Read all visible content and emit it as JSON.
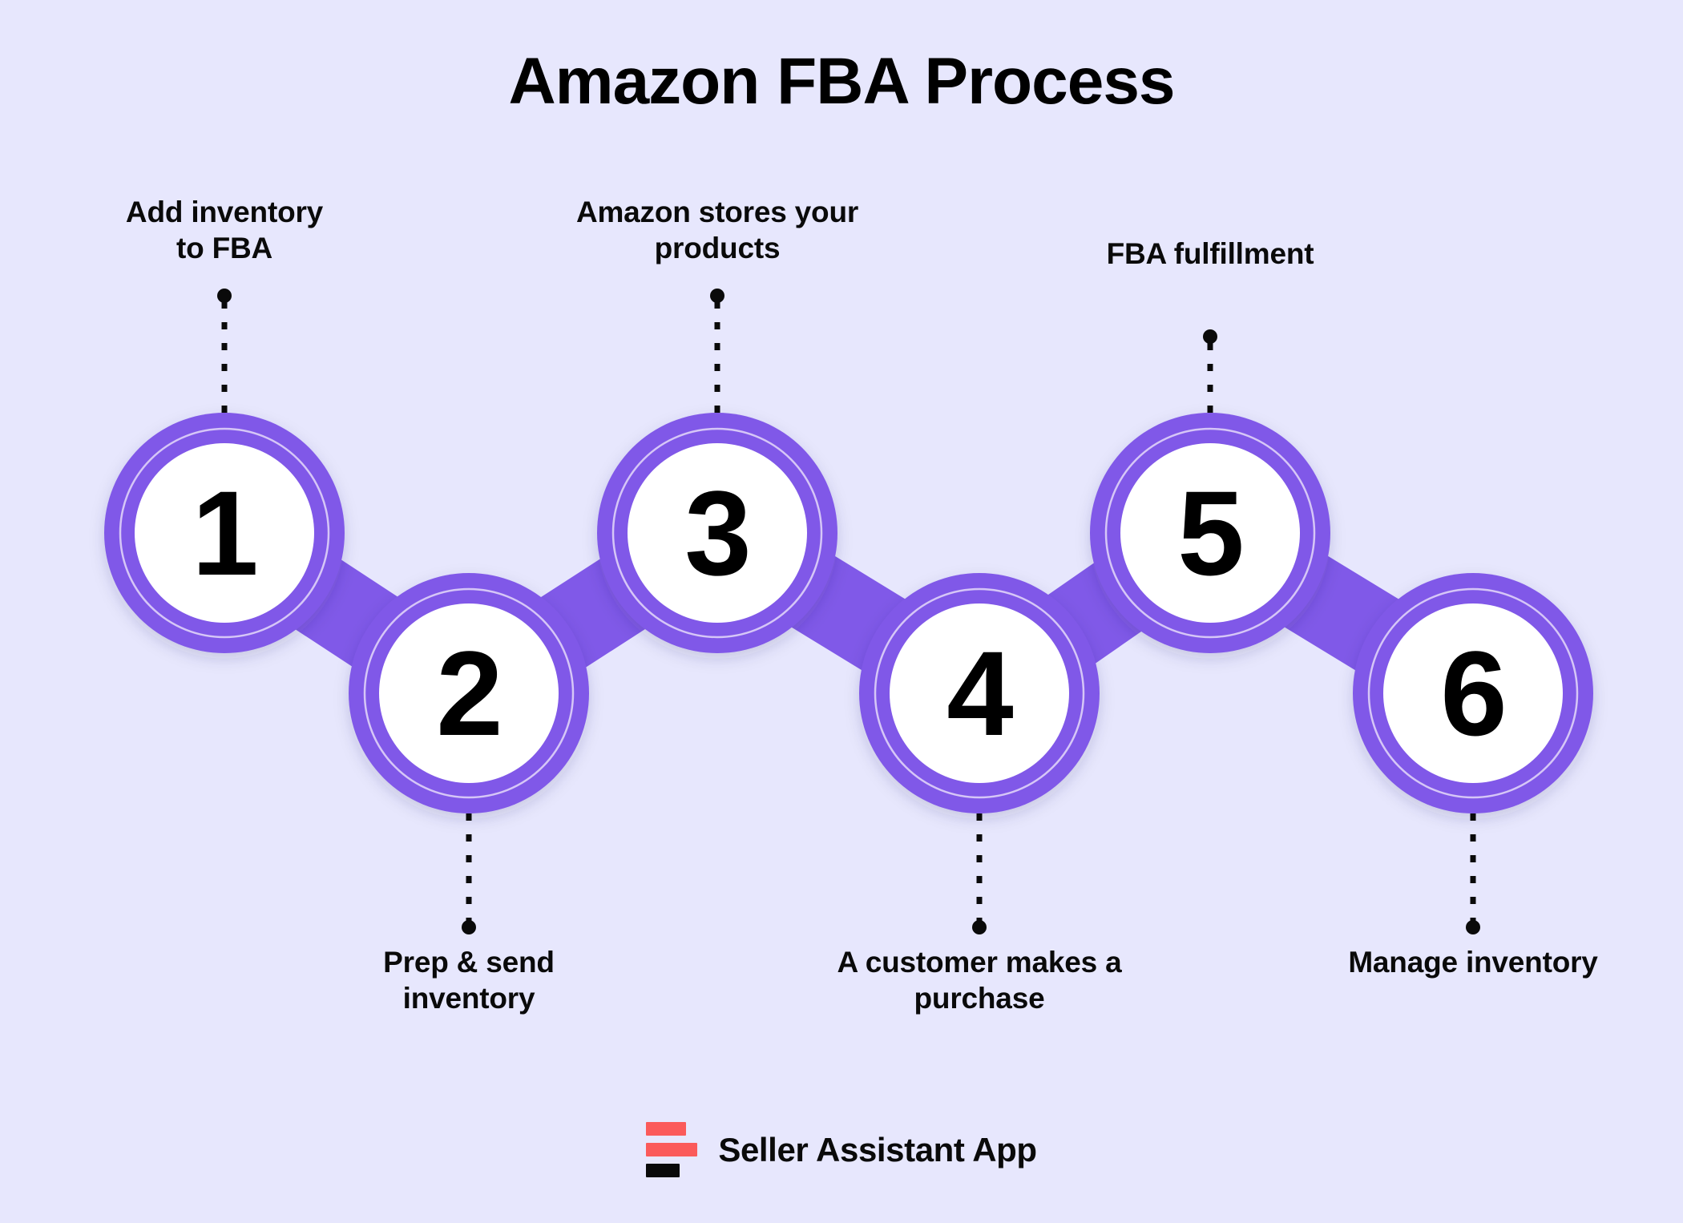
{
  "page": {
    "title": "Amazon FBA Process",
    "background_color": "#e7e7fd",
    "accent_purple": "#8059e8",
    "accent_purple_light": "#b9a0f2",
    "brand_red": "#fb5a5a",
    "text_color": "#0a0a0a"
  },
  "steps": [
    {
      "number": "1",
      "label": "Add inventory to FBA",
      "label_line_1": "Add inventory",
      "label_line_2": "to FBA",
      "position": "top"
    },
    {
      "number": "2",
      "label": "Prep & send inventory",
      "label_line_1": "Prep & send",
      "label_line_2": "inventory",
      "position": "bottom"
    },
    {
      "number": "3",
      "label": "Amazon stores your products",
      "label_line_1": "Amazon stores your",
      "label_line_2": "products",
      "position": "top"
    },
    {
      "number": "4",
      "label": "A customer makes a purchase",
      "label_line_1": "A customer makes a",
      "label_line_2": "purchase",
      "position": "bottom"
    },
    {
      "number": "5",
      "label": "FBA fulfillment",
      "label_line_1": "FBA fulfillment",
      "label_line_2": "",
      "position": "top"
    },
    {
      "number": "6",
      "label": "Manage inventory",
      "label_line_1": "Manage inventory",
      "label_line_2": "",
      "position": "bottom"
    }
  ],
  "footer": {
    "brand_name": "Seller Assistant App",
    "logo_icon": "three-bars-logo-icon"
  }
}
